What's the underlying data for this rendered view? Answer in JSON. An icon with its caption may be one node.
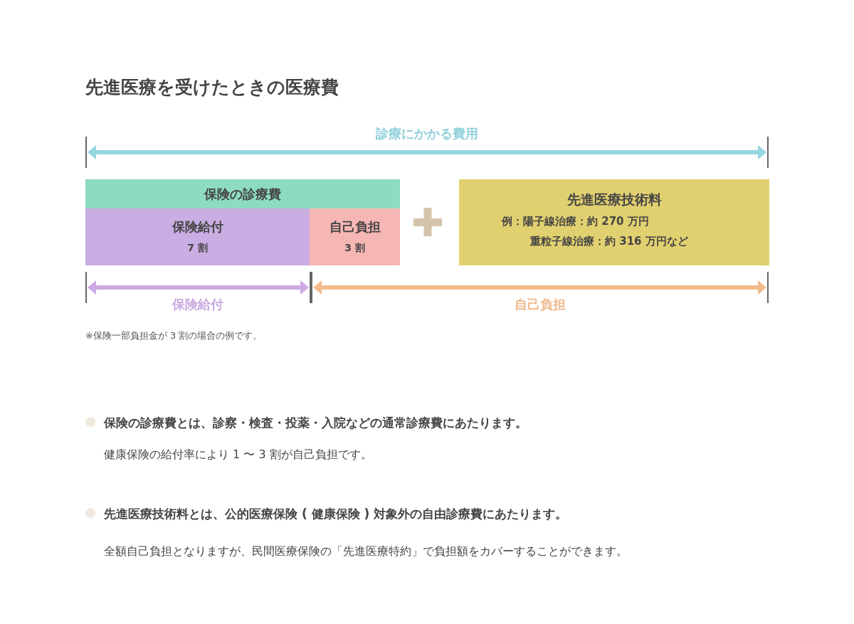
{
  "diagram": {
    "title": "先進医療を受けたときの医療費",
    "nodes": [
      {
        "text": [
          "保険の診療費"
        ]
      },
      {
        "text": [
          "保険給付",
          "7 割"
        ],
        "in": 0
      },
      {
        "text": [
          "自己負担",
          "3 割"
        ],
        "in": 0
      },
      {
        "text": [
          "先進医療技術料",
          "例：陽子線治療：約 270 万円",
          "重粒子線治療：約 316 万円など"
        ]
      }
    ],
    "labels": [
      "診療にかかる費用",
      "保険給付",
      "自己負担",
      "※保険一部負担金が 3 割の場合の例です。",
      "保険の診療費とは、診察・検査・投薬・入院などの通常診療費にあたります。",
      "健康保険の給付率により 1 〜 3 割が自己負担です。",
      "先進医療技術料とは、公的医療保険 ( 健康保険 ) 対象外の自由診療費にあたります。",
      "全額自己負担となりますが、民間医療保険の「先進医療特約」で負担額をカバーすることができます。"
    ]
  }
}
